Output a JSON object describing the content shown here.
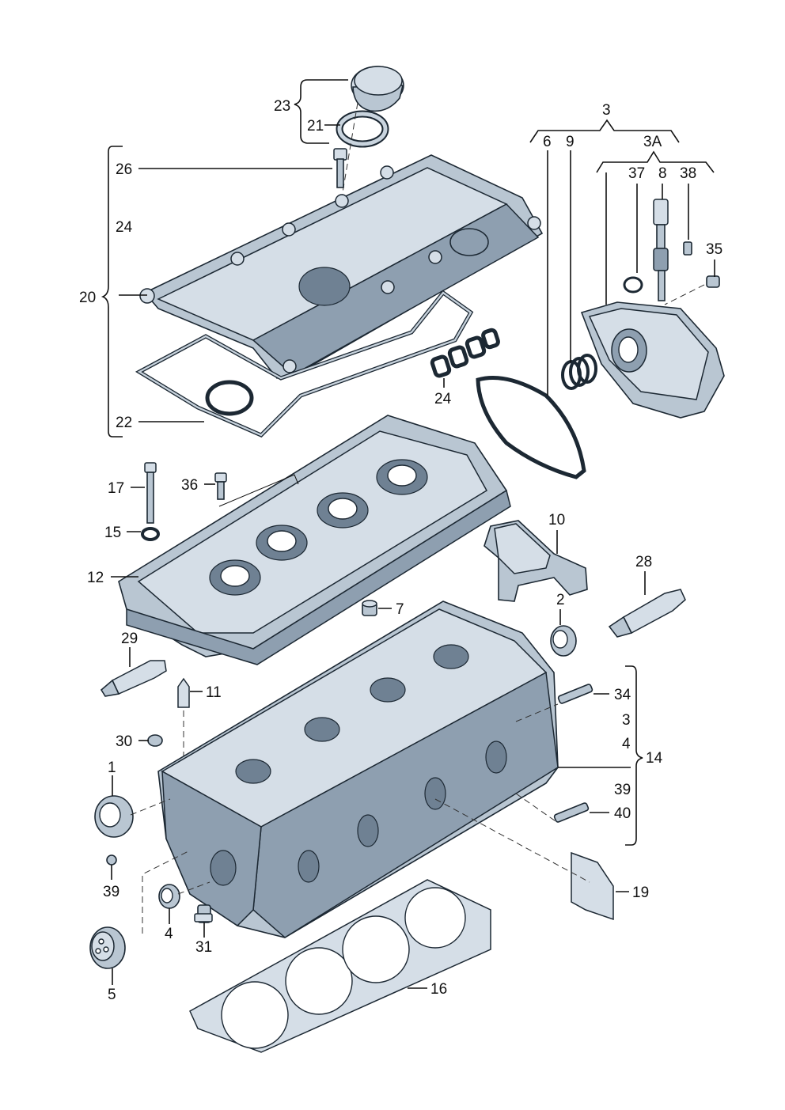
{
  "labels": {
    "l1": "1",
    "l2": "2",
    "l3a": "3",
    "l3b": "3",
    "l3A": "3A",
    "l4a": "4",
    "l4b": "4",
    "l5": "5",
    "l6": "6",
    "l7": "7",
    "l8": "8",
    "l9": "9",
    "l10": "10",
    "l11": "11",
    "l12": "12",
    "l14": "14",
    "l15": "15",
    "l16": "16",
    "l17": "17",
    "l19": "19",
    "l20": "20",
    "l21": "21",
    "l22": "22",
    "l23": "23",
    "l24a": "24",
    "l24b": "24",
    "l26": "26",
    "l28": "28",
    "l29": "29",
    "l30": "30",
    "l31": "31",
    "l34": "34",
    "l35": "35",
    "l36": "36",
    "l37": "37",
    "l38": "38",
    "l39a": "39",
    "l39b": "39",
    "l40": "40"
  },
  "icons": {
    "cylinder_head_cover": "cylinder-head-cover-icon",
    "cylinder_head": "cylinder-head-icon",
    "camshaft_carrier": "camshaft-carrier-icon",
    "head_gasket": "cylinder-head-gasket-icon"
  },
  "colors": {
    "part_fill": "#b9c6d2",
    "outline": "#1c2833",
    "text": "#111111"
  }
}
